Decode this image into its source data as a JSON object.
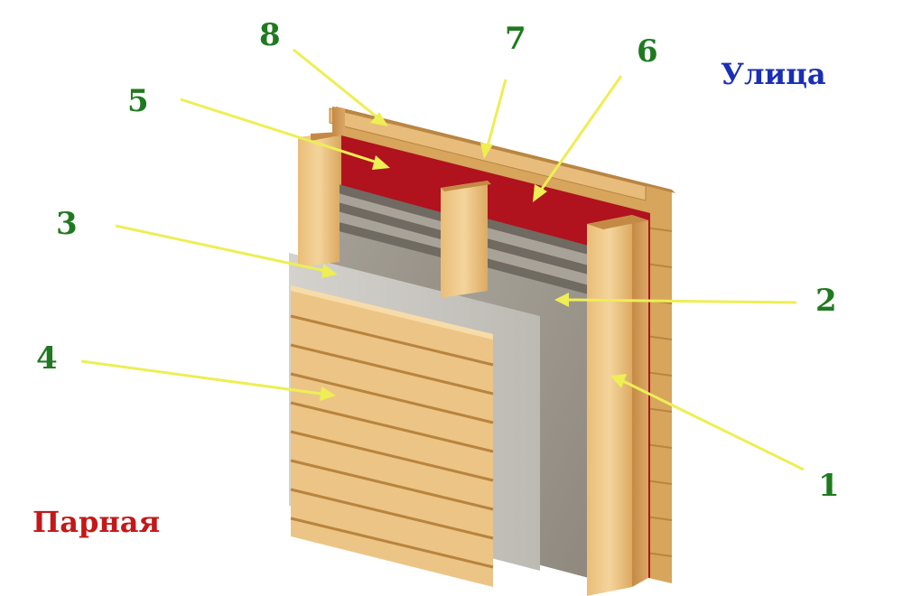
{
  "labels": {
    "street": "Улица",
    "steam_room": "Парная"
  },
  "colors": {
    "street": "#1a2fb5",
    "steam_room": "#c41818",
    "number": "#1f7a1f",
    "arrow": "#f2f25a",
    "vapor_barrier": "#b0121e",
    "wood_light": "#efc98a",
    "wood_dark": "#c9964f",
    "insulation": "#9c968c",
    "foil": "#c9c7c2"
  },
  "callouts": [
    "8",
    "7",
    "6",
    "5",
    "3",
    "2",
    "4",
    "1"
  ]
}
